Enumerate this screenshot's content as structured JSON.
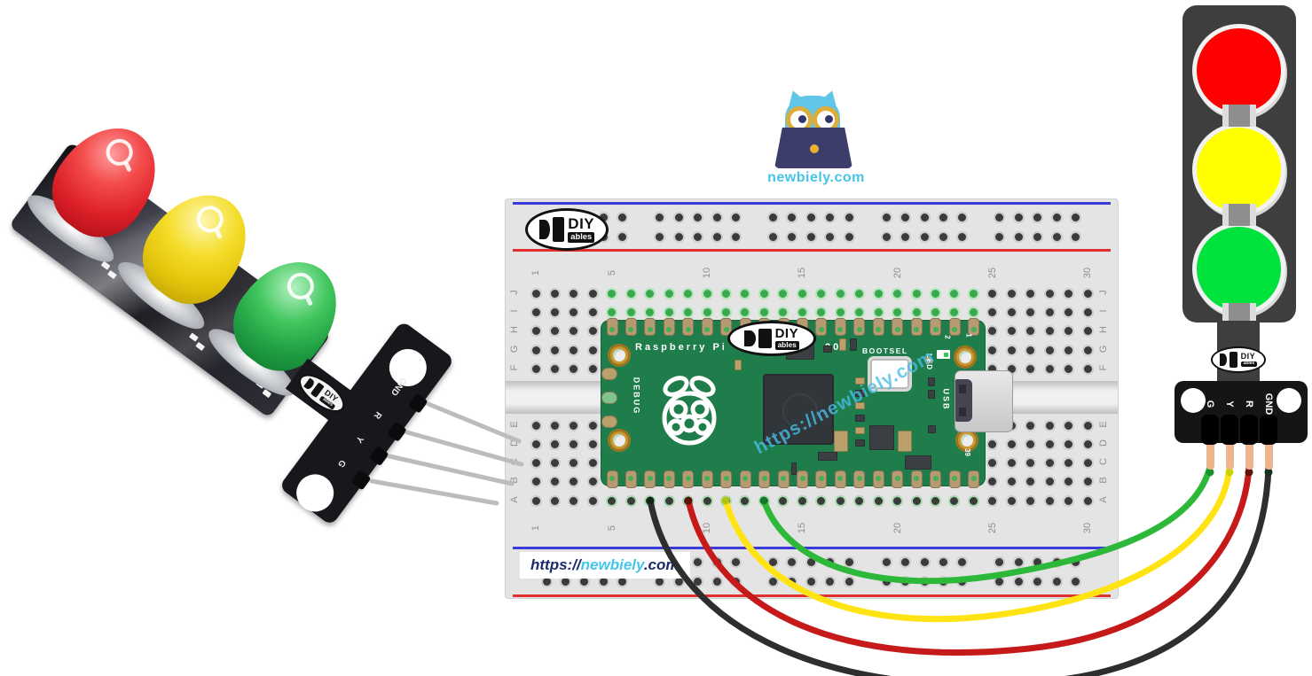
{
  "brand": {
    "site_label": "newbiely.com",
    "watermark": "https://newbiely.com",
    "url_prefix": "https://",
    "url_name": "newbiely",
    "url_suffix": ".com",
    "diy_top": "DIY",
    "diy_bottom": "ables"
  },
  "colors": {
    "accent_cyan": "#45c5ea",
    "url_navy": "#1b2a6b",
    "pico_green": "#1f7c4b",
    "breadboard_gray": "#e4e4e4",
    "rail_blue": "#3b3bd8",
    "rail_red": "#e03030",
    "light_red": "#fe0000",
    "light_yellow": "#ffff00",
    "light_green": "#00e23c",
    "module_black": "#151515",
    "pin_tan": "#edb48e",
    "pin_silver": "#bcbcbc"
  },
  "breadboard": {
    "columns": 30,
    "column_numbers": [
      "1",
      "5",
      "10",
      "15",
      "20",
      "25",
      "30"
    ],
    "row_letters_top": [
      "J",
      "I",
      "H",
      "G",
      "F"
    ],
    "row_letters_bottom": [
      "E",
      "D",
      "C",
      "B",
      "A"
    ]
  },
  "pico": {
    "title": "Raspberry Pi",
    "year": "2020",
    "debug_label": "DEBUG",
    "bootsel_label": "BOOTSEL",
    "led_label": "LED",
    "usb_label": "USB",
    "pin_number_2": "2",
    "pin_number_1": "1",
    "pin_number_39": "39"
  },
  "traffic_light": {
    "pin_labels": [
      "G",
      "Y",
      "R",
      "GND"
    ]
  },
  "photo_module": {
    "pin_labels": [
      "GND",
      "R",
      "Y",
      "G"
    ]
  },
  "wires": [
    {
      "name": "green-wire",
      "signal": "G",
      "color": "#2eb83a",
      "tip": "#15922e",
      "end": "#157a28"
    },
    {
      "name": "yellow-wire",
      "signal": "Y",
      "color": "#ffe312",
      "tip": "#c8d400",
      "end": "#b4c40e"
    },
    {
      "name": "red-wire",
      "signal": "R",
      "color": "#c61a1a",
      "tip": "#5c150c",
      "end": "#5a1208"
    },
    {
      "name": "black-wire",
      "signal": "GND",
      "color": "#2e2e2e",
      "tip": "#17321c",
      "end": "#15251a"
    }
  ]
}
